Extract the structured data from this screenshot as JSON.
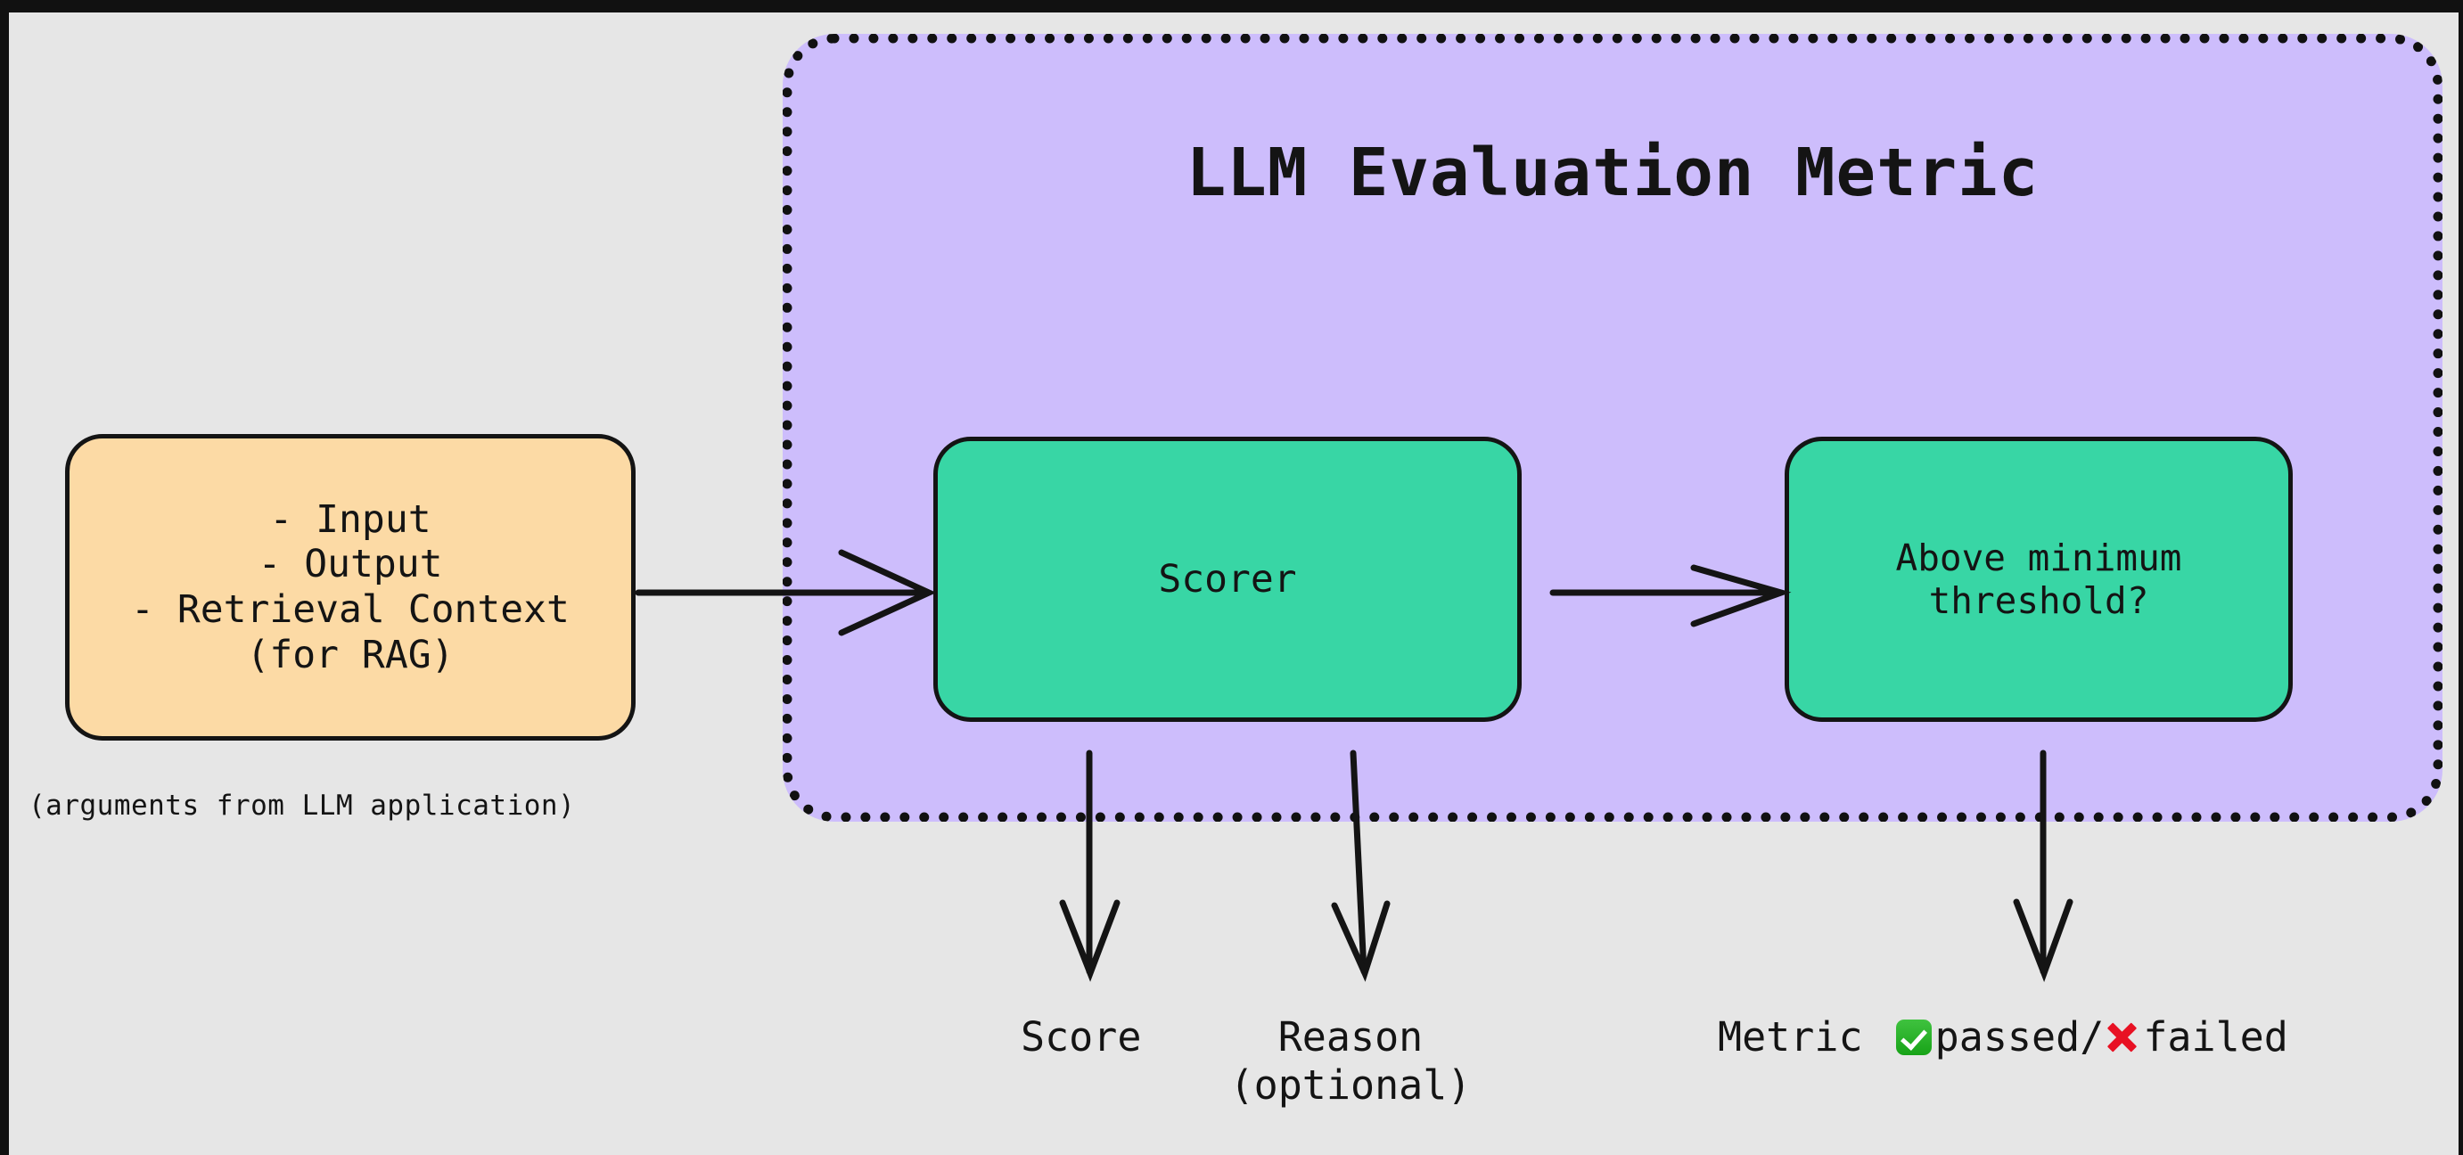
{
  "diagram": {
    "title": "LLM Evaluation Metric",
    "background_color": "#e6e6e6",
    "frame_color": "#111111",
    "container": {
      "label": "LLM Evaluation Metric",
      "fill_color": "#cdbdfc",
      "border_style": "dotted",
      "border_color": "#111111"
    },
    "nodes": [
      {
        "id": "arguments",
        "text": "- Input\n- Output\n- Retrieval Context\n(for RAG)",
        "fill_color": "#fcdaa5",
        "border_color": "#141414"
      },
      {
        "id": "scorer",
        "text": "Scorer",
        "fill_color": "#38d6a5",
        "border_color": "#141414"
      },
      {
        "id": "threshold",
        "text": "Above minimum\nthreshold?",
        "fill_color": "#38d6a5",
        "border_color": "#141414"
      }
    ],
    "captions": {
      "arguments_note": "(arguments from LLM application)",
      "score": "Score",
      "reason": "Reason\n(optional)",
      "verdict_prefix": "Metric ",
      "verdict_passed": "passed/",
      "verdict_failed": "failed",
      "check_icon": "white-check-mark",
      "cross_icon": "cross-mark"
    },
    "edges": [
      {
        "from": "arguments",
        "to": "scorer",
        "direction": "right"
      },
      {
        "from": "scorer",
        "to": "threshold",
        "direction": "right"
      },
      {
        "from": "scorer",
        "to": "score",
        "direction": "down"
      },
      {
        "from": "scorer",
        "to": "reason",
        "direction": "down"
      },
      {
        "from": "threshold",
        "to": "verdict",
        "direction": "down"
      }
    ]
  }
}
